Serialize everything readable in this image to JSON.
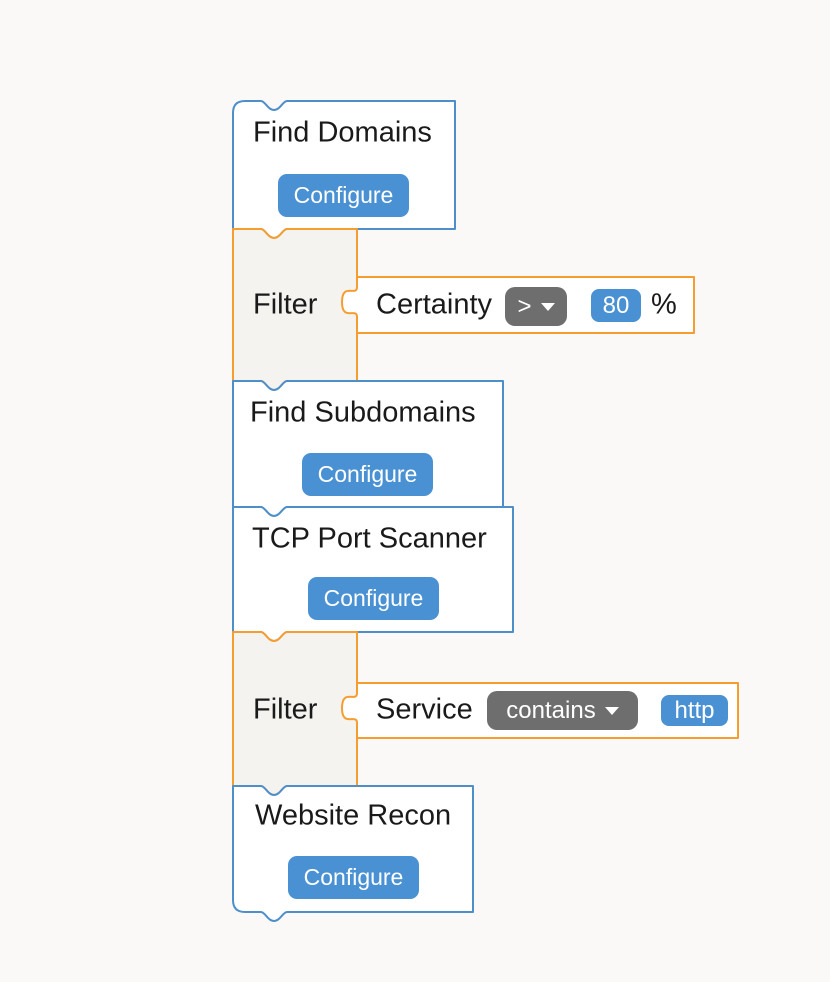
{
  "colors": {
    "page_bg": "#faf9f7",
    "tool_border": "#4e8fc9",
    "filter_border": "#f59d2f",
    "button_bg": "#4a91d3",
    "badge_bg": "#4a91d3",
    "dropdown_bg": "#6e6e6e",
    "text": "#1a1a1a"
  },
  "icons": {
    "dropdown_caret": "caret-down-icon"
  },
  "blocks": [
    {
      "id": "find-domains",
      "type": "tool",
      "title": "Find Domains",
      "button_label": "Configure"
    },
    {
      "id": "filter-certainty",
      "type": "filter",
      "label": "Filter",
      "condition": {
        "field": "Certainty",
        "operator": ">",
        "value": "80",
        "suffix": "%"
      }
    },
    {
      "id": "find-subdomains",
      "type": "tool",
      "title": "Find Subdomains",
      "button_label": "Configure"
    },
    {
      "id": "tcp-port-scanner",
      "type": "tool",
      "title": "TCP Port Scanner",
      "button_label": "Configure"
    },
    {
      "id": "filter-service",
      "type": "filter",
      "label": "Filter",
      "condition": {
        "field": "Service",
        "operator": "contains",
        "value": "http"
      }
    },
    {
      "id": "website-recon",
      "type": "tool",
      "title": "Website Recon",
      "button_label": "Configure"
    }
  ]
}
